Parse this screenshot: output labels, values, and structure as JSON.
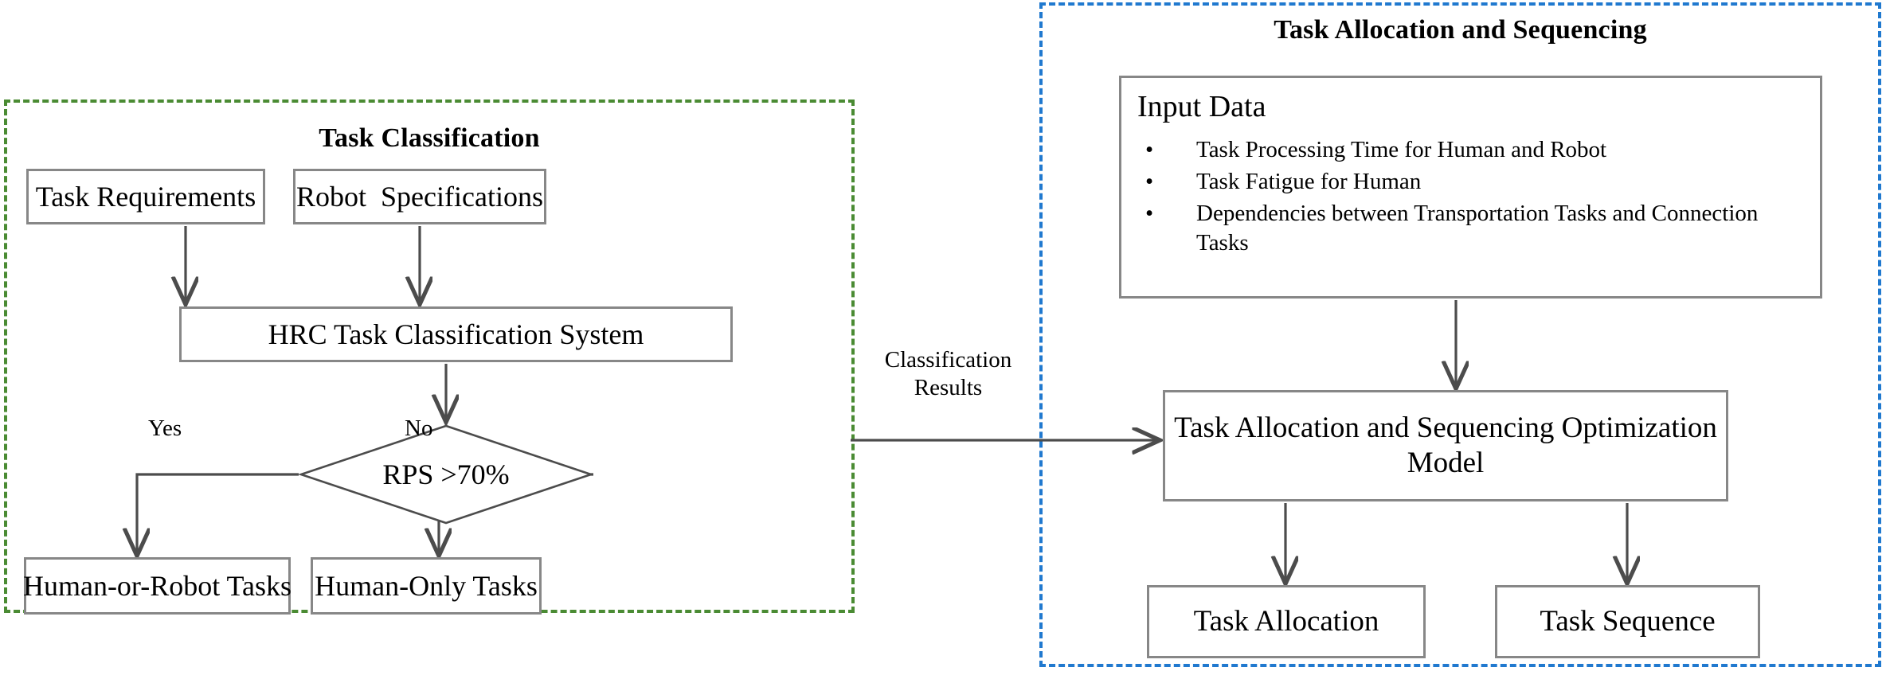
{
  "figure": {
    "kind": "flowchart",
    "background": "#ffffff",
    "box_border_color": "#878787",
    "arrow_color": "#4c4c4c"
  },
  "left_group": {
    "title": "Task Classification",
    "border_color": "#4a8b33",
    "border_style": "dashed",
    "nodes": {
      "task_requirements": "Task Requirements",
      "robot_specifications": "Robot  Specifications",
      "hrc_system": "HRC Task Classification System",
      "decision": "RPS >70%",
      "human_or_robot": "Human-or-Robot Tasks",
      "human_only": "Human-Only Tasks"
    },
    "edge_labels": {
      "yes": "Yes",
      "no": "No"
    }
  },
  "connector": {
    "label_line1": "Classification",
    "label_line2": "Results"
  },
  "right_group": {
    "title": "Task Allocation and Sequencing",
    "border_color": "#2079cf",
    "border_style": "dashed",
    "input_data": {
      "heading": "Input Data",
      "bullet_glyph": "•",
      "items": [
        "Task Processing Time for Human and Robot",
        "Task Fatigue for Human",
        "Dependencies between Transportation Tasks and Connection Tasks"
      ]
    },
    "nodes": {
      "optimization_model": "Task Allocation and Sequencing Optimization Model",
      "task_allocation": "Task Allocation",
      "task_sequence": "Task Sequence"
    }
  }
}
